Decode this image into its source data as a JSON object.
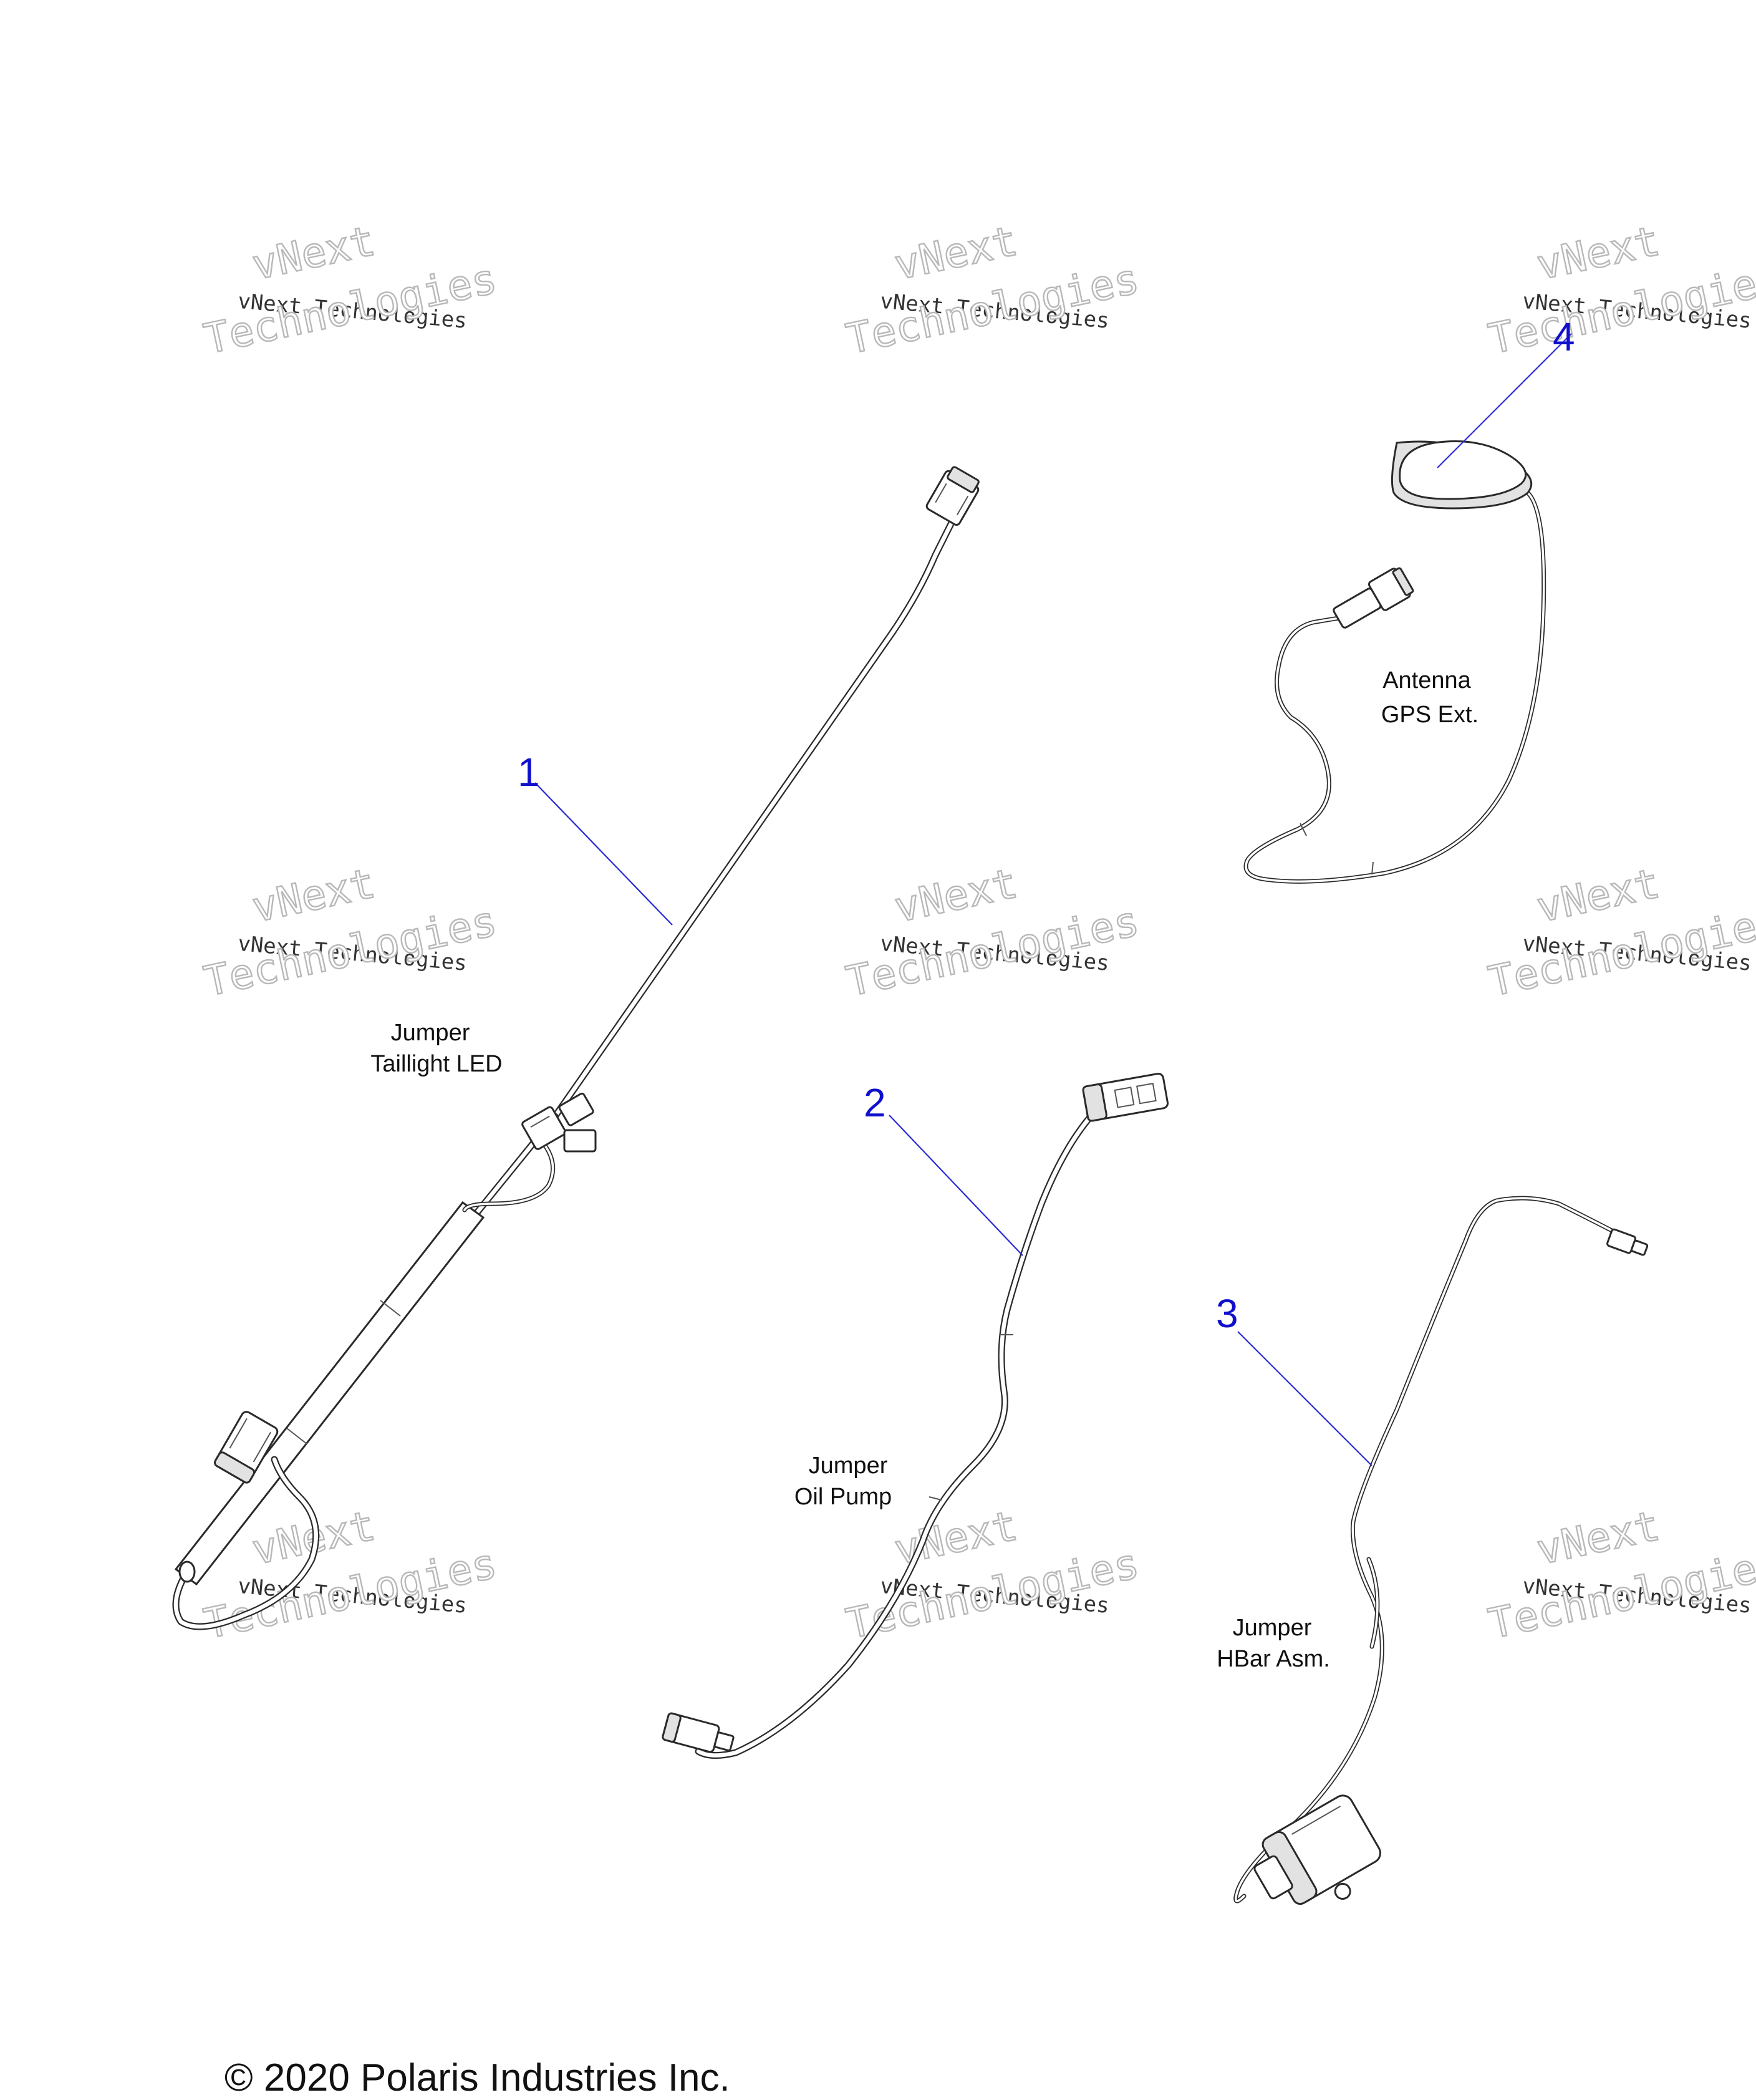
{
  "watermark": {
    "line1": "vNext",
    "line2": "vNext Technologies",
    "line3": "Technologies"
  },
  "parts": [
    {
      "callout": "1",
      "name_line1": "Jumper",
      "name_line2": "Taillight LED"
    },
    {
      "callout": "2",
      "name_line1": "Jumper",
      "name_line2": "Oil Pump"
    },
    {
      "callout": "3",
      "name_line1": "Jumper",
      "name_line2": "HBar Asm."
    },
    {
      "callout": "4",
      "name_line1": "Antenna",
      "name_line2": "GPS Ext."
    }
  ],
  "copyright": "© 2020 Polaris Industries Inc.",
  "colors": {
    "callout": "#1010cc",
    "line_art": "#2a2a2a",
    "watermark": "#b8b8b8"
  }
}
